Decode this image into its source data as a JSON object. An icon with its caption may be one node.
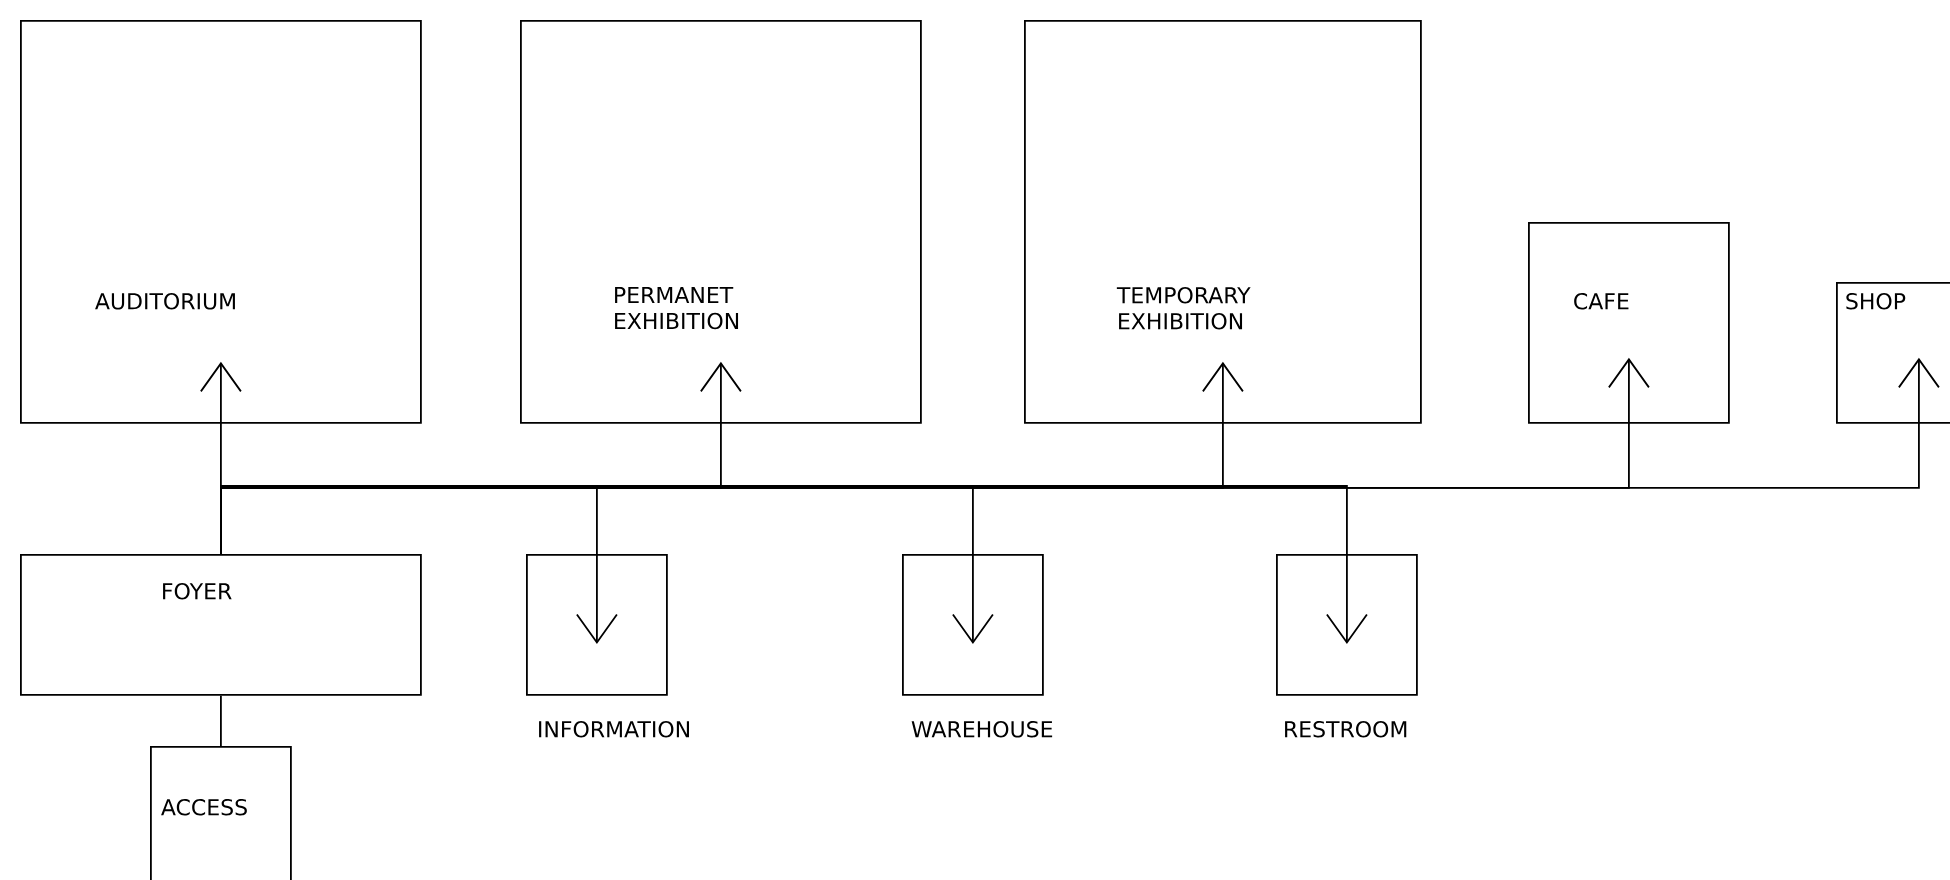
{
  "diagram": {
    "nodes": [
      {
        "text": [
          "AUDITORIUM"
        ]
      },
      {
        "text": [
          "PERMANET EXHIBITION"
        ]
      },
      {
        "text": [
          "TEMPORARY EXHIBITION"
        ]
      },
      {
        "text": [
          "CAFE"
        ]
      },
      {
        "text": [
          "SHOP"
        ]
      },
      {
        "text": [
          "FOYER"
        ]
      },
      {
        "text": [
          "INFORMATION"
        ]
      },
      {
        "text": [
          "WAREHOUSE"
        ]
      },
      {
        "text": [
          "RESTROOM"
        ]
      },
      {
        "text": [
          "ACCESS"
        ]
      }
    ],
    "edges": [
      {
        "from": 5,
        "to": 0,
        "arrow": "to"
      },
      {
        "from": 5,
        "to": 1,
        "arrow": "to"
      },
      {
        "from": 5,
        "to": 2,
        "arrow": "to"
      },
      {
        "from": 5,
        "to": 3,
        "arrow": "to"
      },
      {
        "from": 5,
        "to": 4,
        "arrow": "to"
      },
      {
        "from": 5,
        "to": 6,
        "arrow": "to"
      },
      {
        "from": 5,
        "to": 7,
        "arrow": "to"
      },
      {
        "from": 5,
        "to": 8,
        "arrow": "to"
      },
      {
        "from": 5,
        "to": 9,
        "arrow": "none"
      }
    ]
  }
}
